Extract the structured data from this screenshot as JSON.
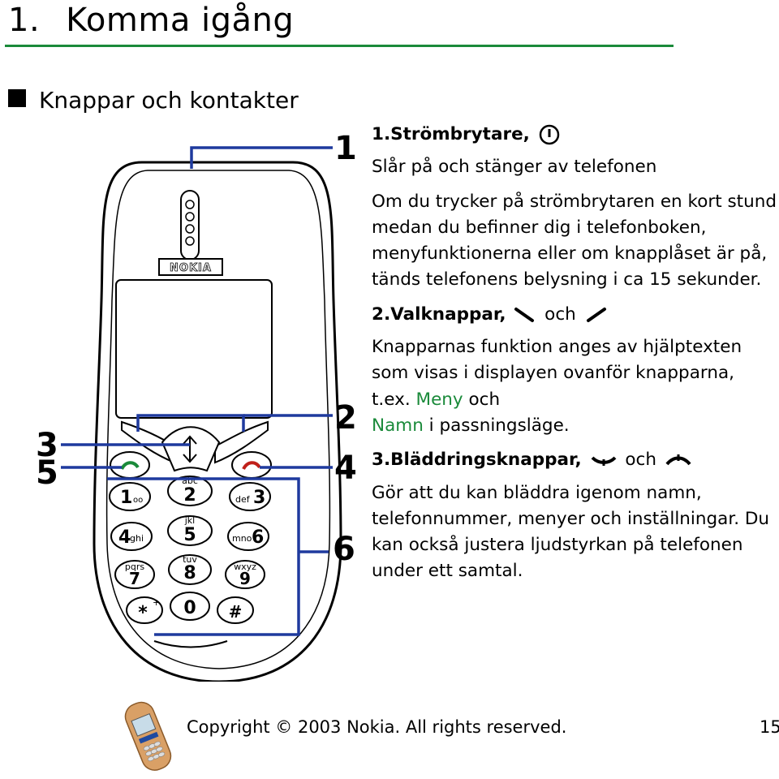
{
  "chapter": {
    "number": "1.",
    "title": "Komma igång"
  },
  "section": {
    "title": "Knappar och kontakter"
  },
  "callouts": [
    "1",
    "2",
    "3",
    "4",
    "5",
    "6"
  ],
  "phone": {
    "brand": "NOKIA"
  },
  "keys": [
    {
      "digit": "1",
      "letters": "oo"
    },
    {
      "digit": "2",
      "letters": "abc"
    },
    {
      "digit": "3",
      "letters": "def"
    },
    {
      "digit": "4",
      "letters": "ghi"
    },
    {
      "digit": "5",
      "letters": "jkl"
    },
    {
      "digit": "6",
      "letters": "mno"
    },
    {
      "digit": "7",
      "letters": "pqrs"
    },
    {
      "digit": "8",
      "letters": "tuv"
    },
    {
      "digit": "9",
      "letters": "wxyz"
    },
    {
      "digit": "*",
      "letters": "+"
    },
    {
      "digit": "0",
      "letters": ""
    },
    {
      "digit": "#",
      "letters": ""
    }
  ],
  "items": {
    "power": {
      "heading": "1.Strömbrytare,",
      "p1": "Slår på och stänger av telefonen",
      "p2": "Om du trycker på strömbrytaren en kort stund medan du befinner dig i telefonboken, menyfunktionerna eller om knapplåset är på, tänds telefonens belysning i ca 15 sekunder."
    },
    "select": {
      "heading": "2.Valknappar,",
      "and": "och",
      "p1_a": "Knapparnas funktion anges av hjälptexten som visas i displayen ovanför knapparna, t.ex.",
      "meny": "Meny",
      "och": "och",
      "namn": "Namn",
      "p1_b": "i passningsläge."
    },
    "scroll": {
      "heading": "3.Bläddringsknappar,",
      "and": "och",
      "p1": "Gör att du kan bläddra igenom namn, telefonnummer, menyer och inställningar. Du kan också justera ljudstyrkan på telefonen under ett samtal."
    }
  },
  "footer": {
    "copyright": "Copyright © 2003 Nokia. All rights reserved.",
    "page": "15"
  },
  "colors": {
    "accent_green": "#1a8a3a",
    "callout_blue": "#1f3a9e"
  }
}
